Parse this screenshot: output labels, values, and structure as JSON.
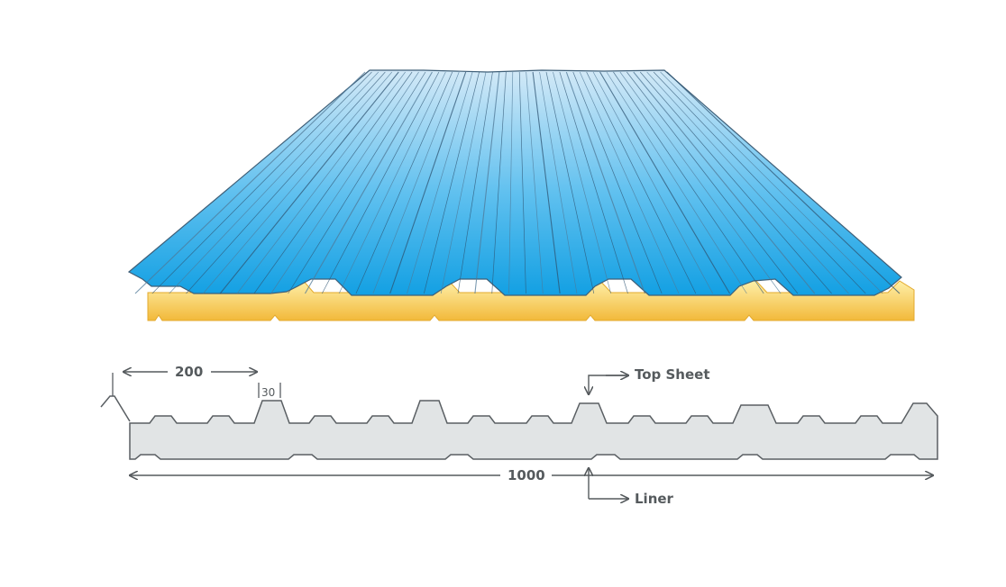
{
  "diagram": {
    "panel_width_label": "1000",
    "rib_pitch_label": "200",
    "rib_height_label": "30",
    "top_sheet_label": "Top Sheet",
    "liner_label": "Liner"
  },
  "colors": {
    "sheet_top": "#cfe6f6",
    "sheet_bottom": "#1aa3e4",
    "foam_top": "#fff0a6",
    "foam_bottom": "#f3bd3a",
    "profile_fill": "#e1e4e5",
    "line": "#5a5f63"
  }
}
